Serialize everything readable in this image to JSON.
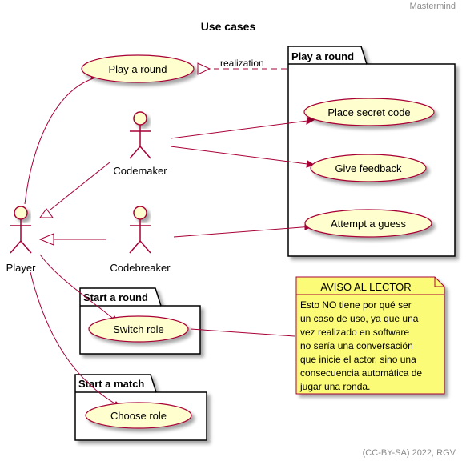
{
  "header": {
    "text": "Mastermind"
  },
  "title": "Use cases",
  "footer": "(CC-BY-SA) 2022, RGV",
  "actors": {
    "player": "Player",
    "codemaker": "Codemaker",
    "codebreaker": "Codebreaker"
  },
  "packages": {
    "play_round": "Play a round",
    "start_round": "Start a round",
    "start_match": "Start a match"
  },
  "usecases": {
    "play_round": "Play a round",
    "place_secret": "Place secret code",
    "give_feedback": "Give feedback",
    "attempt_guess": "Attempt a guess",
    "switch_role": "Switch role",
    "choose_role": "Choose role"
  },
  "relations": {
    "realization": "realization"
  },
  "note": {
    "title": "AVISO AL LECTOR",
    "lines": [
      "Esto NO tiene por qué ser",
      "un caso de uso, ya que una",
      "vez realizado en software",
      "no sería una conversación",
      "que inicie el actor, sino una",
      "consecuencia automática de",
      "jugar una ronda."
    ]
  },
  "colors": {
    "usecase_fill": "#FEFECE",
    "border": "#A80036",
    "note_fill": "#FBFB77",
    "package_fill": "#FFFFFF"
  }
}
